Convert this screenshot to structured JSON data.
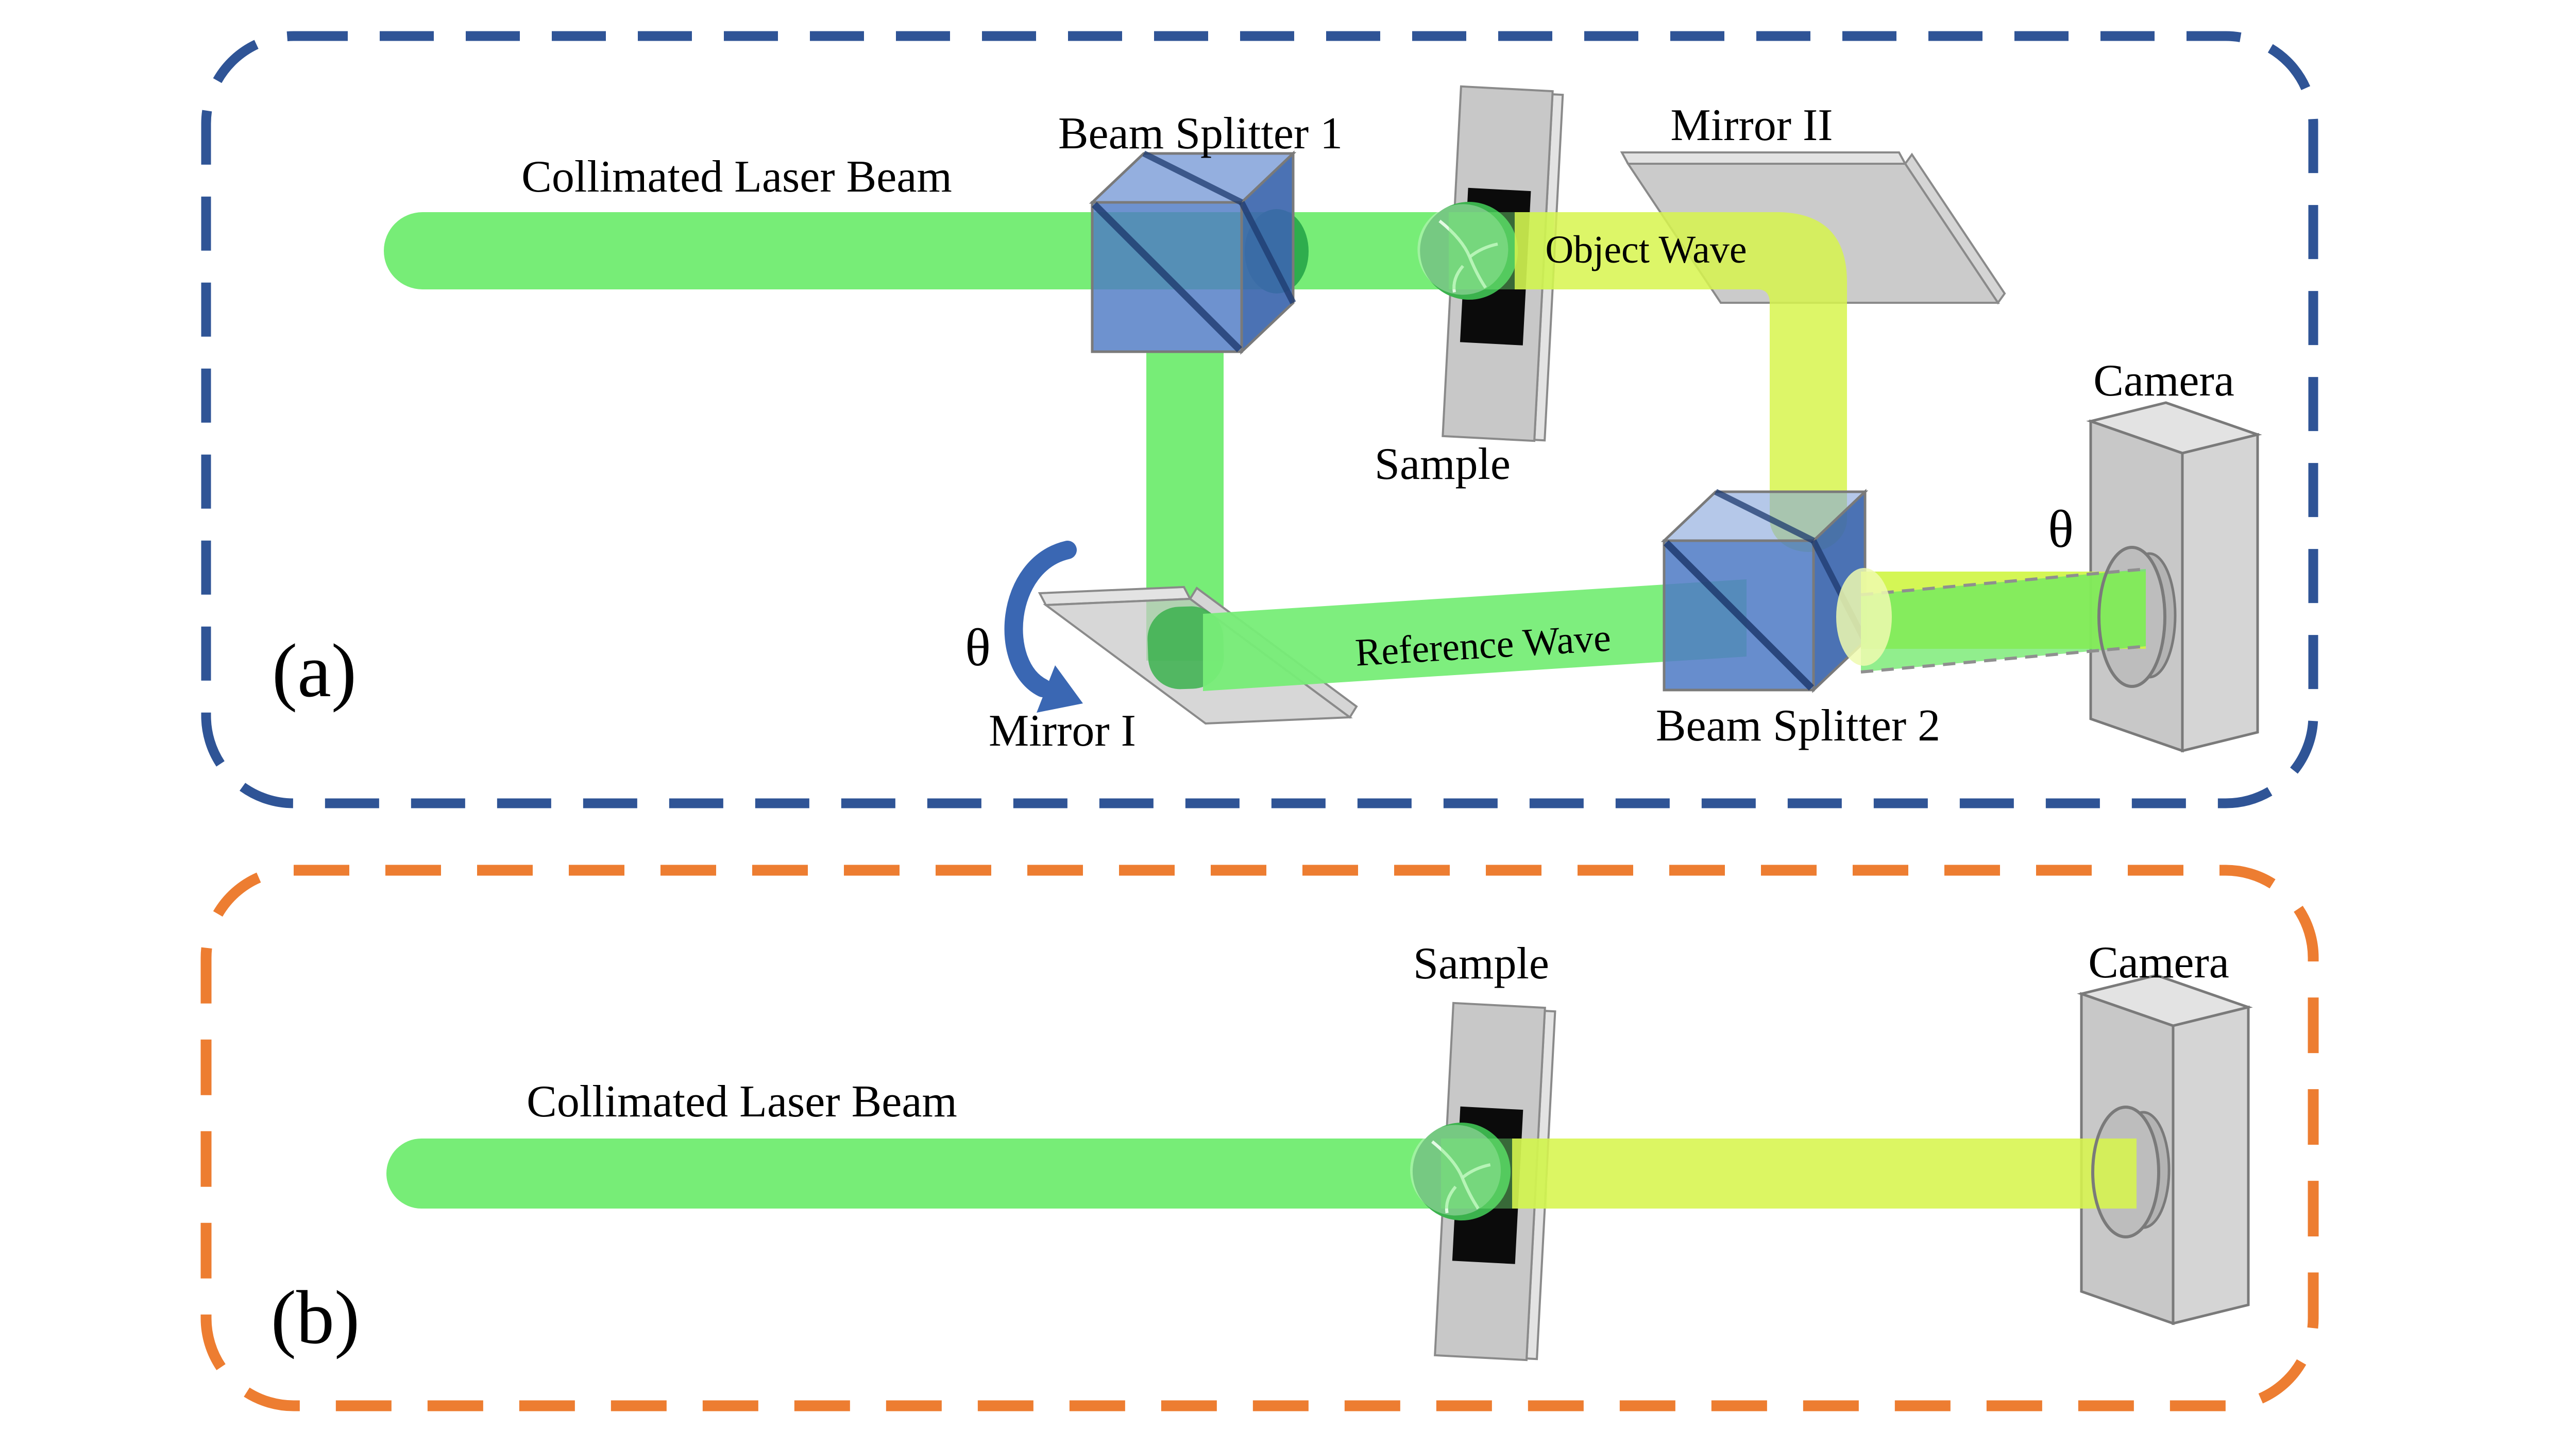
{
  "colors": {
    "background": "#ffffff",
    "panel_a_border": "#2F5496",
    "panel_b_border": "#ED7D31",
    "laser_green": "#77ED77",
    "object_wave_yellow": "#D7F54D",
    "combined_yellow": "#CFF542",
    "reference_tilted_green": "#66E861",
    "beam_spot_dark_green": "#2EAD4D",
    "mirror_spot_green": "#3BB24D",
    "exit_spot_pale": "#EFFAAF",
    "bs_front_blue": "#4E7AC5",
    "bs_top_blue": "#88A6DB",
    "bs_side_blue": "#3C66AE",
    "bs_diagonal_navy": "#1E3A6E",
    "component_gray": "#C8C8C8",
    "component_gray_light": "#E3E3E3",
    "component_gray_side": "#D5D5D5",
    "lens_gray": "#BDBDBD",
    "lens_gray_dark": "#B3B3B3",
    "outline_gray": "#7A7A7A",
    "dashed_outline_gray": "#8F8F8F",
    "arrow_blue": "#3A67B3",
    "sample_aperture_black": "#0B0B0B",
    "vessel_white": "#E9FFE9"
  },
  "panel_a": {
    "label": "(a)",
    "laser_beam_label": "Collimated Laser Beam",
    "beam_splitter_1_label": "Beam Splitter 1",
    "beam_splitter_2_label": "Beam Splitter 2",
    "mirror_1_label": "Mirror I",
    "mirror_2_label": "Mirror II",
    "sample_label": "Sample",
    "camera_label": "Camera",
    "object_wave_label": "Object Wave",
    "reference_wave_label": "Reference Wave",
    "mirror_tilt_angle": "θ",
    "camera_tilt_angle": "θ"
  },
  "panel_b": {
    "label": "(b)",
    "laser_beam_label": "Collimated Laser Beam",
    "sample_label": "Sample",
    "camera_label": "Camera"
  }
}
